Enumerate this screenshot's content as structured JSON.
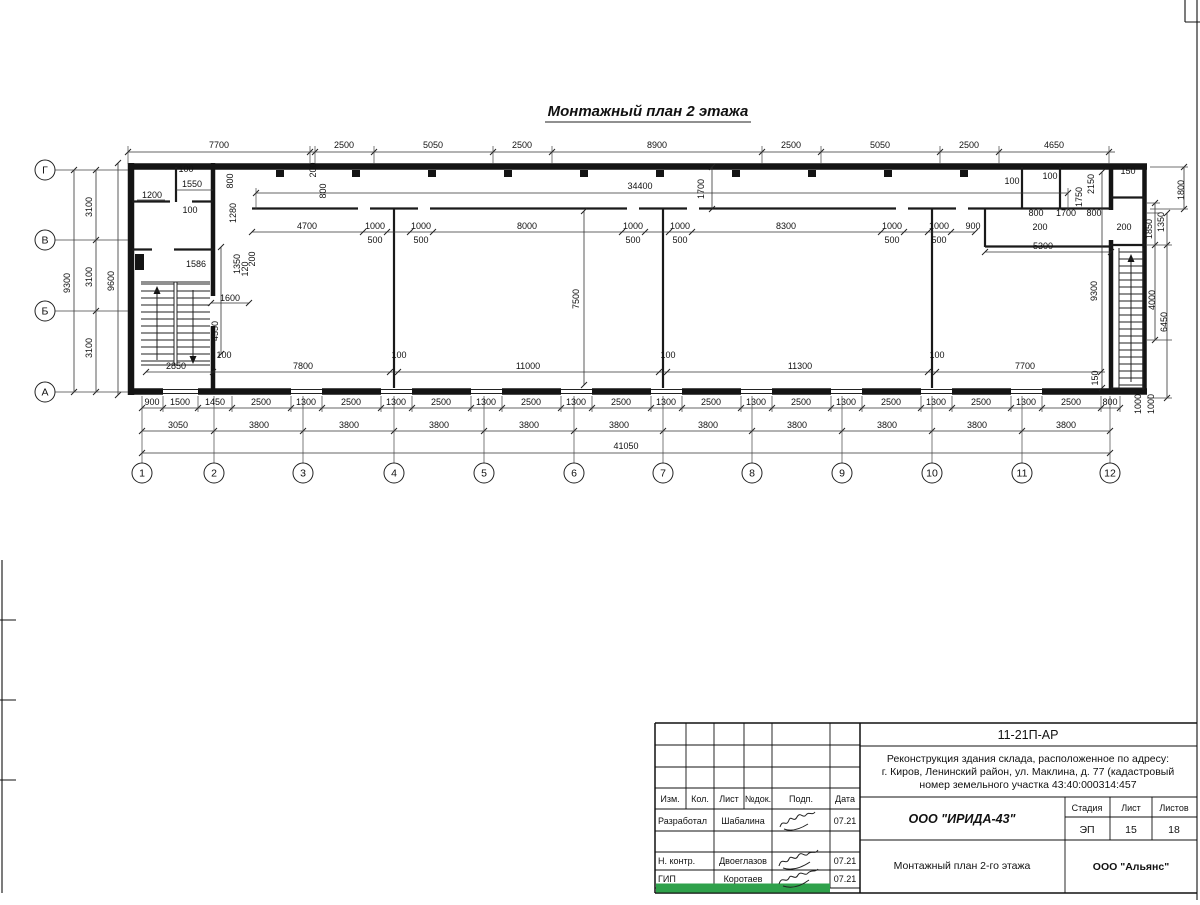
{
  "sheet": {
    "title": "Монтажный план 2 этажа",
    "highlight_color": "#2fa14b"
  },
  "plan": {
    "axes_columns": [
      "1",
      "2",
      "3",
      "4",
      "5",
      "6",
      "7",
      "8",
      "9",
      "10",
      "11",
      "12"
    ],
    "axes_rows": [
      "Г",
      "В",
      "Б",
      "А"
    ],
    "dims": {
      "top_row": [
        "7700",
        "2500",
        "5050",
        "2500",
        "8900",
        "2500",
        "5050",
        "2500",
        "4650"
      ],
      "top_small": [
        "200",
        "800"
      ],
      "totals_top": [
        "34400",
        "1700"
      ],
      "left_col": [
        "3100",
        "3100",
        "3100",
        "9300",
        "9600"
      ],
      "interior_top": [
        "4700",
        "1000",
        "500",
        "1000",
        "500",
        "8000",
        "1000",
        "500",
        "1000",
        "500",
        "8300",
        "1000",
        "500",
        "1000",
        "500",
        "900"
      ],
      "room_dim": [
        "5300"
      ],
      "interior_bottom": [
        "7800",
        "100",
        "11000",
        "100",
        "11300",
        "100",
        "7700",
        "150"
      ],
      "heights": [
        "7500",
        "9300"
      ],
      "left_detail": [
        "1200",
        "100",
        "1550",
        "100",
        "800",
        "1280",
        "1586",
        "1350",
        "120",
        "200",
        "1600",
        "4550",
        "100",
        "2850"
      ],
      "right_detail": [
        "100",
        "100",
        "1750",
        "2150",
        "150",
        "1800",
        "800",
        "1700",
        "800",
        "200",
        "200",
        "1850",
        "1350"
      ],
      "right_lower": [
        "4000",
        "6450",
        "1000",
        "1000"
      ],
      "bottom_fine": [
        "900",
        "1500",
        "1450",
        "2500",
        "1300",
        "2500",
        "1300",
        "2500",
        "1300",
        "2500",
        "1300",
        "2500",
        "1300",
        "2500",
        "1300",
        "2500",
        "1300",
        "2500",
        "1300",
        "2500",
        "1300",
        "2500",
        "800"
      ],
      "bottom_axes": [
        "3050",
        "3800",
        "3800",
        "3800",
        "3800",
        "3800",
        "3800",
        "3800",
        "3800",
        "3800",
        "3800"
      ],
      "bottom_total": [
        "41050"
      ]
    }
  },
  "title_block": {
    "doc_code": "11-21П-АР",
    "project_description_lines": [
      "Реконструкция здания склада, расположенное по адресу:",
      "г. Киров, Ленинский район, ул. Маклина, д. 77 (кадастровый",
      "номер земельного участка 43:40:000314:457"
    ],
    "header_cols": [
      "Изм.",
      "Кол.",
      "Лист",
      "№док.",
      "Подп.",
      "Дата"
    ],
    "rows": [
      {
        "role": "Разработал",
        "name": "Шабалина",
        "date": "07.21"
      },
      {
        "role": "",
        "name": "",
        "date": ""
      },
      {
        "role": "Н. контр.",
        "name": "Двоеглазов",
        "date": "07.21"
      },
      {
        "role": "ГИП",
        "name": "Коротаев",
        "date": "07.21"
      }
    ],
    "company": "ООО \"ИРИДА-43\"",
    "stage_header": [
      "Стадия",
      "Лист",
      "Листов"
    ],
    "stage_values": [
      "ЭП",
      "15",
      "18"
    ],
    "drawing_title": "Монтажный план 2-го этажа",
    "org": "ООО \"Альянс\""
  }
}
